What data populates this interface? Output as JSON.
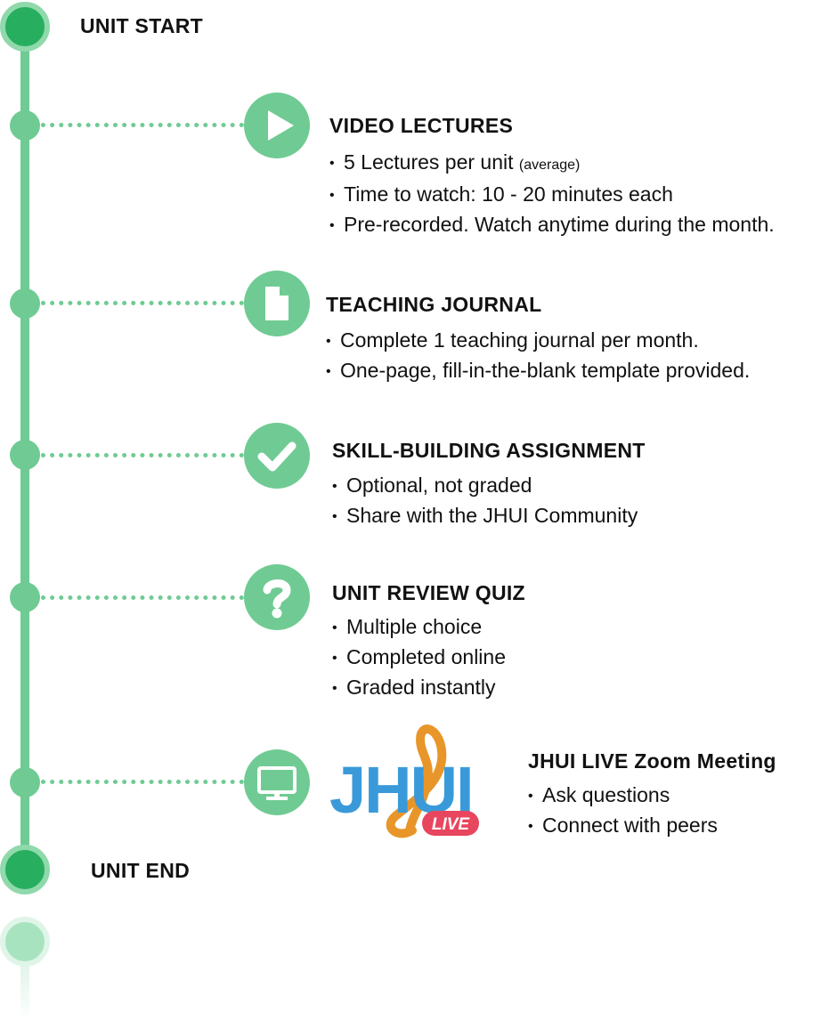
{
  "timeline": {
    "start_label": "UNIT START",
    "end_label": "UNIT END"
  },
  "steps": [
    {
      "title": "VIDEO LECTURES",
      "icon": "play-icon",
      "bullets": [
        "5 Lectures per unit",
        "Time to watch: 10 - 20 minutes each",
        "Pre-recorded. Watch anytime during the month."
      ],
      "note": "(average)"
    },
    {
      "title": "TEACHING JOURNAL",
      "icon": "document-icon",
      "bullets": [
        "Complete 1 teaching journal per month.",
        "One-page, fill-in-the-blank template provided."
      ]
    },
    {
      "title": "SKILL-BUILDING ASSIGNMENT",
      "icon": "checkmark-icon",
      "bullets": [
        "Optional, not graded",
        "Share with the JHUI Community"
      ]
    },
    {
      "title": "UNIT REVIEW QUIZ",
      "icon": "question-icon",
      "bullets": [
        "Multiple choice",
        "Completed online",
        "Graded instantly"
      ]
    },
    {
      "title": "JHUI LIVE Zoom Meeting",
      "icon": "monitor-icon",
      "bullets": [
        "Ask questions",
        "Connect with peers"
      ]
    }
  ],
  "logo": {
    "text": "JHUI",
    "badge": "LIVE",
    "colors": {
      "letters": "#3a9ad9",
      "swirl": "#e8962a",
      "badge": "#e8455e"
    }
  },
  "colors": {
    "line": "#6fcb93",
    "endpoint": "#27ae5f"
  }
}
